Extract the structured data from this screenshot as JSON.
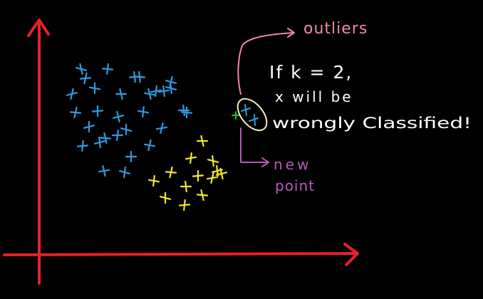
{
  "colors": {
    "background": "#000000",
    "axis": "#e8202a",
    "class_a": "#2f9be0",
    "class_b": "#f2ea2a",
    "new_point": "#1fbf3a",
    "outliers_arrow": "#f08aa0",
    "note_text": "#ffffff",
    "ellipse": "#f2eec0",
    "new_point_label": "#b85ab8"
  },
  "labels": {
    "outliers": "outliers",
    "note_line1": "If k = 2,",
    "note_line2": "x will be",
    "note_line3": "wrongly Classified!",
    "new_point_line1": "new",
    "new_point_line2": "point"
  },
  "blue_cluster_count": 30,
  "yellow_cluster_count": 13
}
